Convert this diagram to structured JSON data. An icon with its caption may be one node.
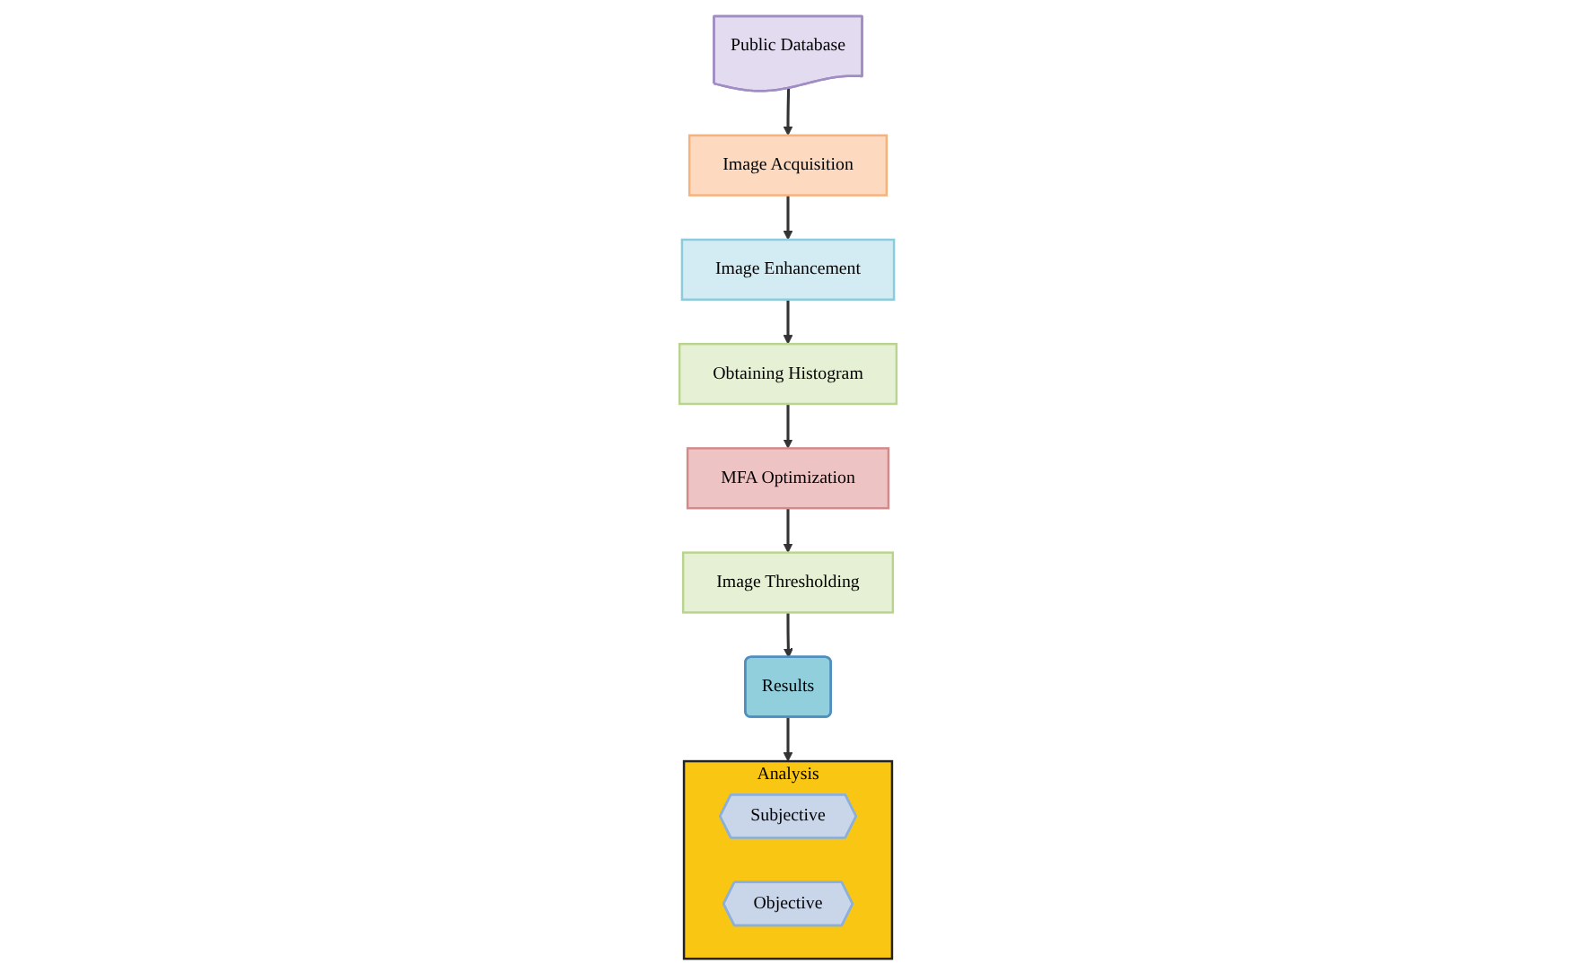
{
  "diagram": {
    "nodes": [
      {
        "text": [
          "Image Acquisition"
        ]
      },
      {
        "text": [
          "Public Database"
        ]
      },
      {
        "text": [
          "Image Enhancement"
        ]
      },
      {
        "text": [
          "Obtaining Histogram"
        ]
      },
      {
        "text": [
          "MFA Optimization"
        ]
      },
      {
        "text": [
          "Image Thresholding"
        ]
      },
      {
        "text": [
          "Results"
        ]
      },
      {
        "text": [
          "Analysis"
        ]
      },
      {
        "text": [
          "Subjective"
        ],
        "in": 7
      },
      {
        "text": [
          "Objective"
        ],
        "in": 7
      }
    ],
    "edges": [
      {
        "from": 1,
        "to": 0,
        "arrow": "to"
      },
      {
        "from": 0,
        "to": 2,
        "arrow": "to"
      },
      {
        "from": 2,
        "to": 3,
        "arrow": "to"
      },
      {
        "from": 3,
        "to": 4,
        "arrow": "to"
      },
      {
        "from": 4,
        "to": 5,
        "arrow": "to"
      },
      {
        "from": 5,
        "to": 6,
        "arrow": "to"
      },
      {
        "from": 6,
        "to": 7,
        "arrow": "to"
      }
    ]
  }
}
